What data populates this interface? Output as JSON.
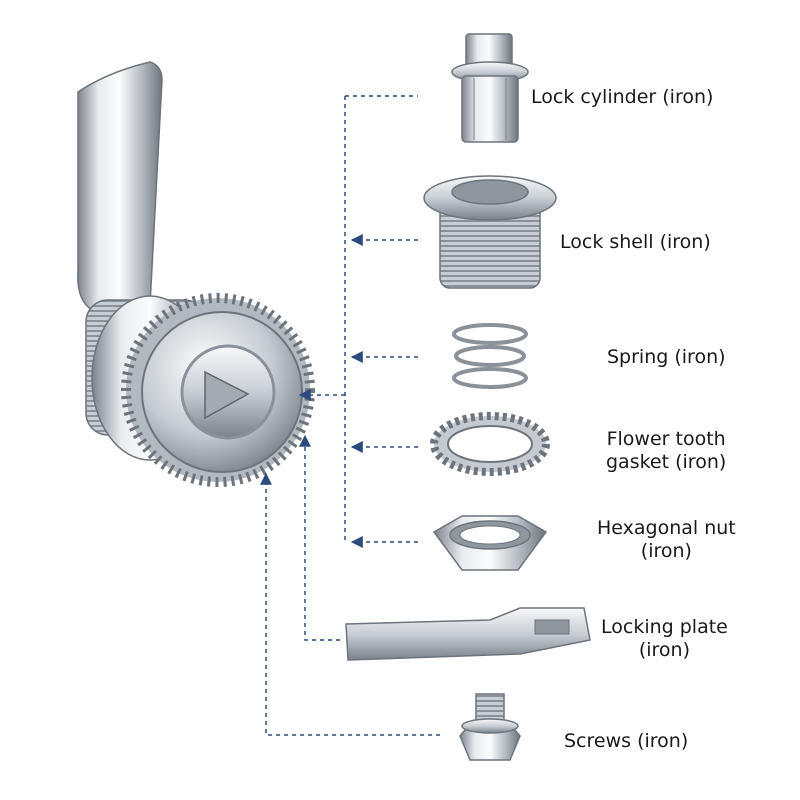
{
  "colors": {
    "leader": "#2b4a7e",
    "metal_light": "#f2f4f6",
    "metal_mid": "#b9bfc6",
    "metal_dark": "#6d747c"
  },
  "parts": [
    {
      "id": "lock-cylinder",
      "lines": [
        "Lock cylinder (iron)"
      ]
    },
    {
      "id": "lock-shell",
      "lines": [
        "Lock shell (iron)"
      ]
    },
    {
      "id": "spring",
      "lines": [
        "Spring (iron)"
      ]
    },
    {
      "id": "flower-tooth-gasket",
      "lines": [
        "Flower tooth",
        "gasket (iron)"
      ]
    },
    {
      "id": "hexagonal-nut",
      "lines": [
        "Hexagonal nut",
        "(iron)"
      ]
    },
    {
      "id": "locking-plate",
      "lines": [
        "Locking plate",
        "(iron)"
      ]
    },
    {
      "id": "screws",
      "lines": [
        "Screws (iron)"
      ]
    }
  ]
}
